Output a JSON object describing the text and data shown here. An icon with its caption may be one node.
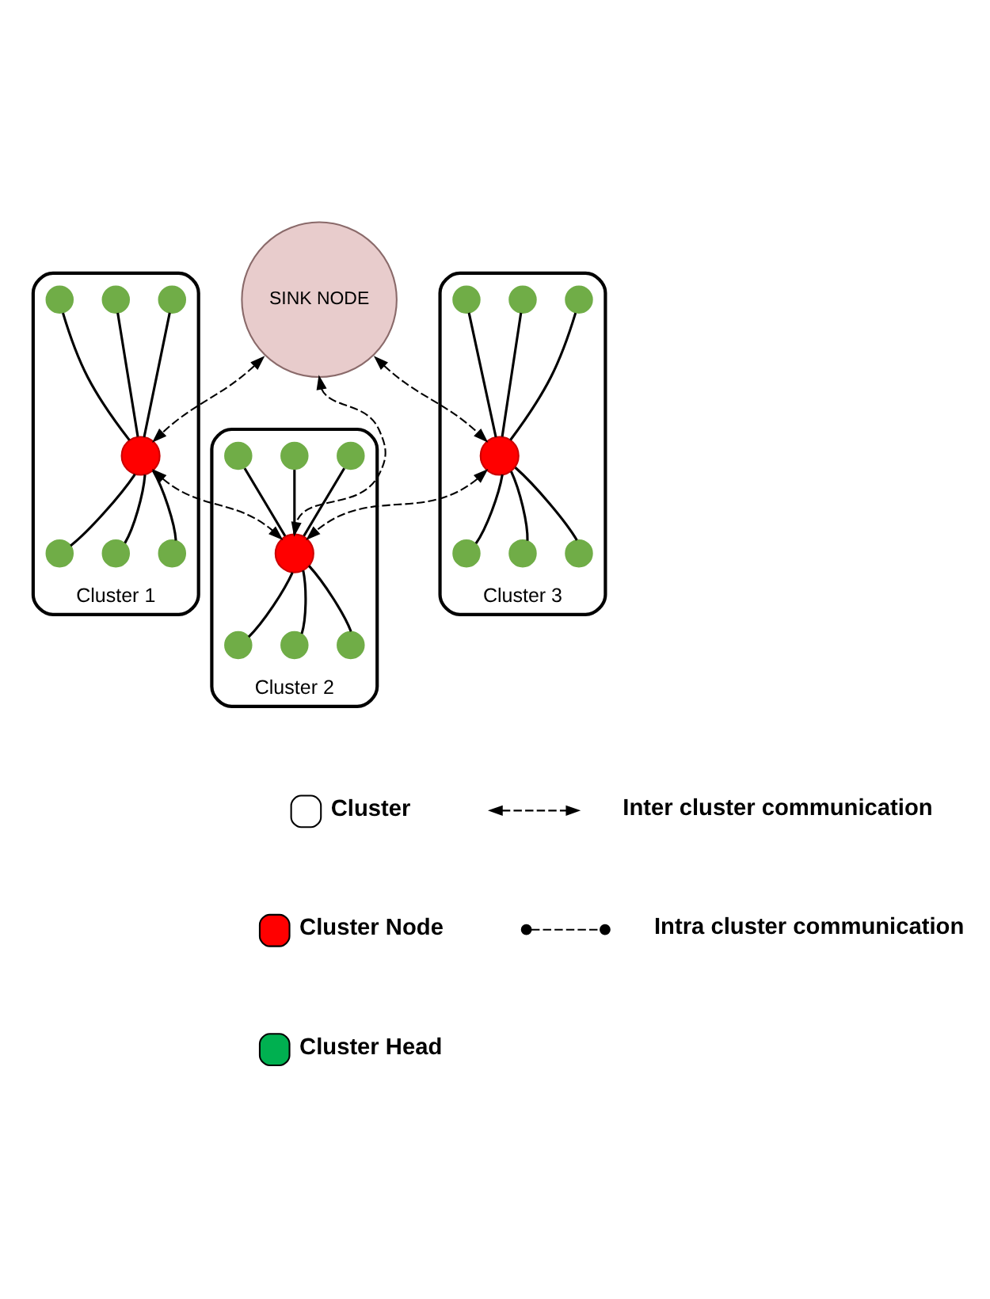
{
  "diagram": {
    "nodes": [
      {
        "text": [
          "SINK NODE"
        ]
      },
      {
        "text": [
          "Cluster 1"
        ]
      },
      {
        "text": [],
        "shape": "circle",
        "in": 1
      },
      {
        "text": [],
        "shape": "circle",
        "in": 1
      },
      {
        "text": [],
        "shape": "circle",
        "in": 1
      },
      {
        "text": [],
        "shape": "circle",
        "in": 1
      },
      {
        "text": [],
        "shape": "circle",
        "in": 1
      },
      {
        "text": [],
        "shape": "circle",
        "in": 1
      },
      {
        "text": [],
        "shape": "circle",
        "in": 1
      },
      {
        "text": [
          "Cluster 3"
        ]
      },
      {
        "text": [],
        "shape": "circle",
        "in": 9
      },
      {
        "text": [],
        "shape": "circle",
        "in": 9
      },
      {
        "text": [],
        "shape": "circle",
        "in": 9
      },
      {
        "text": [],
        "shape": "circle",
        "in": 9
      },
      {
        "text": [],
        "shape": "circle",
        "in": 9
      },
      {
        "text": [],
        "shape": "circle",
        "in": 9
      },
      {
        "text": [],
        "shape": "circle",
        "in": 9
      },
      {
        "text": [
          "Cluster 2"
        ]
      },
      {
        "text": [],
        "shape": "circle",
        "in": 17
      },
      {
        "text": [],
        "shape": "circle",
        "in": 17
      },
      {
        "text": [],
        "shape": "circle",
        "in": 17
      },
      {
        "text": [],
        "shape": "circle",
        "in": 17
      },
      {
        "text": [],
        "shape": "circle",
        "in": 17
      },
      {
        "text": [],
        "shape": "circle",
        "in": 17
      },
      {
        "text": [],
        "shape": "circle",
        "in": 17
      }
    ],
    "edges": [
      {
        "from": 3,
        "to": 2,
        "arrow": "none"
      },
      {
        "from": 4,
        "to": 2,
        "arrow": "none"
      },
      {
        "from": 5,
        "to": 2,
        "arrow": "none"
      },
      {
        "from": 6,
        "to": 2,
        "arrow": "none"
      },
      {
        "from": 7,
        "to": 2,
        "arrow": "none"
      },
      {
        "from": 8,
        "to": 2,
        "arrow": "none"
      },
      {
        "from": 11,
        "to": 10,
        "arrow": "none"
      },
      {
        "from": 12,
        "to": 10,
        "arrow": "none"
      },
      {
        "from": 13,
        "to": 10,
        "arrow": "none"
      },
      {
        "from": 14,
        "to": 10,
        "arrow": "none"
      },
      {
        "from": 15,
        "to": 10,
        "arrow": "none"
      },
      {
        "from": 16,
        "to": 10,
        "arrow": "none"
      },
      {
        "from": 19,
        "to": 18,
        "arrow": "none"
      },
      {
        "from": 20,
        "to": 18,
        "arrow": "none"
      },
      {
        "from": 21,
        "to": 18,
        "arrow": "none"
      },
      {
        "from": 22,
        "to": 18,
        "arrow": "none"
      },
      {
        "from": 23,
        "to": 18,
        "arrow": "none"
      },
      {
        "from": 24,
        "to": 18,
        "arrow": "none"
      },
      {
        "from": 0,
        "to": 2,
        "arrow": "both",
        "style": "dashed"
      },
      {
        "from": 0,
        "to": 18,
        "arrow": "both",
        "style": "dashed"
      },
      {
        "from": 0,
        "to": 10,
        "arrow": "both",
        "style": "dashed"
      },
      {
        "from": 2,
        "to": 18,
        "arrow": "both",
        "style": "dashed"
      },
      {
        "from": 10,
        "to": 18,
        "arrow": "both",
        "style": "dashed"
      }
    ],
    "legend": [
      {
        "text": "Cluster",
        "color": "#ffffff"
      },
      {
        "text": "Inter cluster communication"
      },
      {
        "text": "Cluster Node",
        "color": "#ff0000"
      },
      {
        "text": "Intra cluster communication"
      },
      {
        "text": "Cluster Head",
        "color": "#00b050"
      }
    ]
  }
}
